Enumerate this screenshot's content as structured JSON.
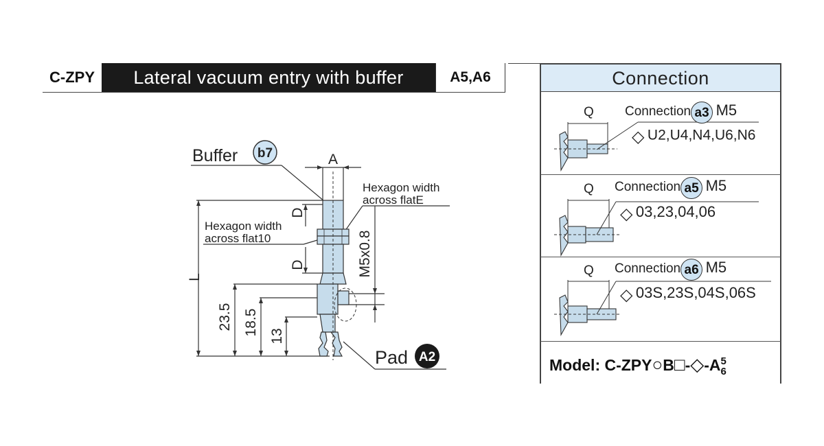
{
  "header": {
    "code": "C-ZPY",
    "title": "Lateral vacuum entry with buffer",
    "pads": "A5,A6"
  },
  "drawing": {
    "buffer_label": "Buffer",
    "buffer_badge": "b7",
    "pad_label": "Pad",
    "pad_badge": "A2",
    "dim_A": "A",
    "dim_D_top": "D",
    "dim_D_bottom": "D",
    "dim_L": "L",
    "dim_23_5": "23.5",
    "dim_18_5": "18.5",
    "dim_13": "13",
    "thread": "M5x0.8",
    "hex_e_line1": "Hexagon width",
    "hex_e_line2": "across flatE",
    "hex_10_line1": "Hexagon width",
    "hex_10_line2": "across flat10"
  },
  "connection": {
    "title": "Connection",
    "rows": [
      {
        "q": "Q",
        "label": "Connection",
        "badge": "a3",
        "thread": "M5",
        "options": "U2,U4,N4,U6,N6"
      },
      {
        "q": "Q",
        "label": "Connection",
        "badge": "a5",
        "thread": "M5",
        "options": "03,23,04,06"
      },
      {
        "q": "Q",
        "label": "Connection",
        "badge": "a6",
        "thread": "M5",
        "options": "03S,23S,04S,06S"
      }
    ],
    "model_prefix": "Model: C-ZPY",
    "model_b": "B",
    "model_dash1": "-",
    "model_dash2": "-A",
    "model_sup": "5",
    "model_sub": "6"
  },
  "colors": {
    "part_fill": "#c6dceb",
    "badge_blue": "#cfe4f4",
    "header_bg": "#1a1a1a",
    "panel_head": "#dcebf7"
  }
}
